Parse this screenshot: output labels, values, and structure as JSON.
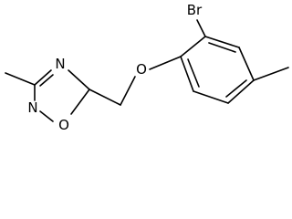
{
  "molecule": {
    "atoms": {
      "bromine": "Br",
      "ether_oxygen": "O",
      "ring_oxygen": "O",
      "ring_nitrogen_upper": "N",
      "ring_nitrogen_lower": "N"
    }
  },
  "colors": {
    "ink": "#000000",
    "background": "#ffffff"
  }
}
